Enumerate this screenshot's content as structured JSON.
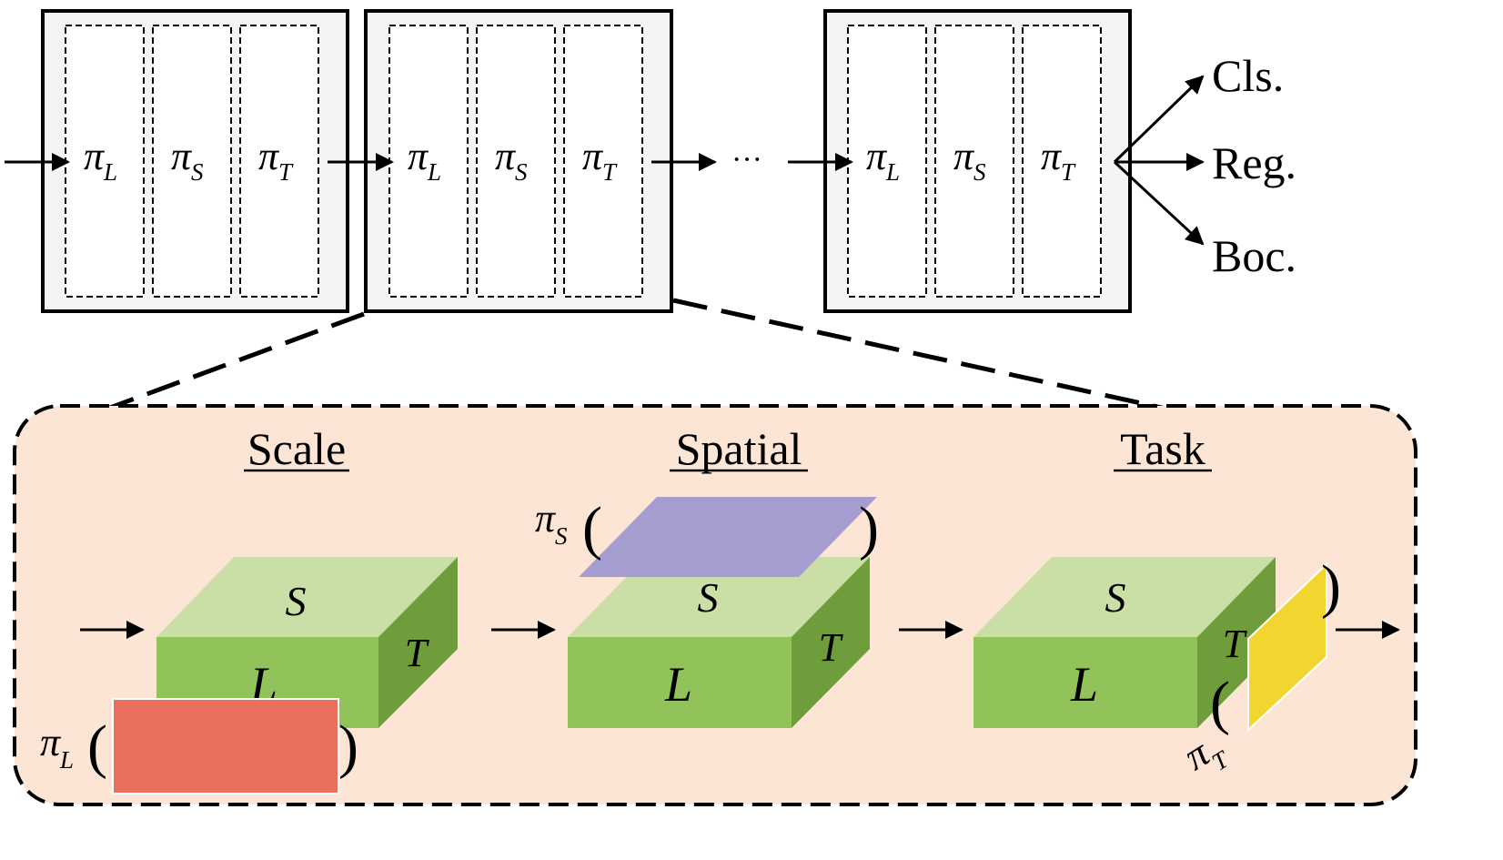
{
  "pi_symbol": "π",
  "subscripts": {
    "L": "L",
    "S": "S",
    "T": "T"
  },
  "ellipsis": "···",
  "outputs": [
    "Cls.",
    "Reg.",
    "Boc."
  ],
  "stages": [
    {
      "heading": "Scale"
    },
    {
      "heading": "Spatial"
    },
    {
      "heading": "Task"
    }
  ],
  "face_labels": {
    "top": "S",
    "front": "L",
    "side": "T"
  },
  "paren_open": "(",
  "paren_close": ")",
  "colors": {
    "panel_fill": "#fde5d6",
    "cube_top": "#c9dfa6",
    "cube_front": "#92c35a",
    "cube_side": "#6f9d3c",
    "scale_attention": "#e8705c",
    "spatial_attention": "#a59cd0",
    "task_attention": "#f3d52f",
    "block_fill": "#f3f5f3"
  }
}
